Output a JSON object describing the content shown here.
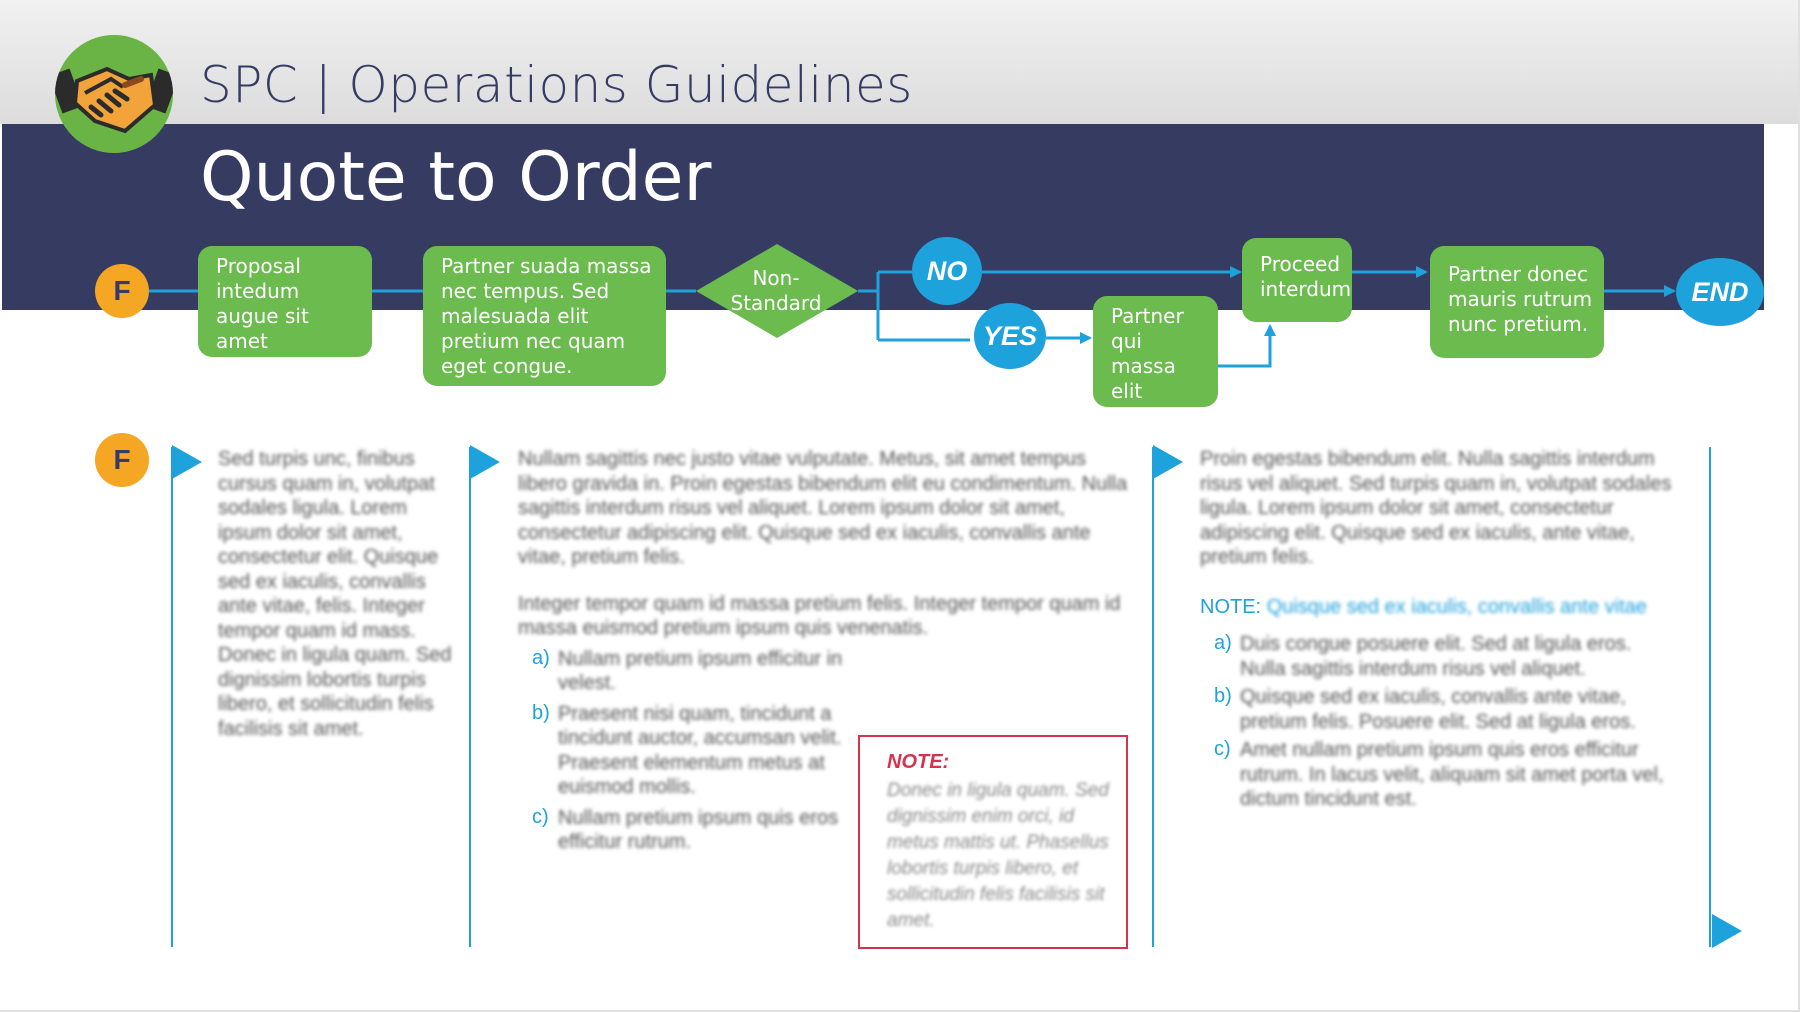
{
  "header": {
    "title": "SPC | Operations Guidelines",
    "page_title": "Quote to Order"
  },
  "colors": {
    "navy": "#363b62",
    "green": "#6cbb4f",
    "blue": "#1ea2dc",
    "orange": "#f5a623",
    "note_red": "#d6324e"
  },
  "logo": {
    "icon": "handshake-icon"
  },
  "flow": {
    "start_badge": "F",
    "steps": [
      "Proposal intedum augue sit amet elementum.",
      "Partner suada massa nec tempus. Sed malesuada elit pretium nec quam eget congue."
    ],
    "decision": "Non-Standard",
    "no_label": "NO",
    "yes_label": "YES",
    "yes_step": "Partner qui massa elit semper.",
    "proceed_step": "Proceed interdum",
    "final_step": "Partner donec mauris rutrum nunc pretium.",
    "end_label": "END"
  },
  "details": {
    "badge": "F",
    "col1": {
      "text": "Sed turpis unc, finibus cursus quam in, volutpat sodales ligula. Lorem ipsum dolor sit amet, consectetur elit. Quisque sed ex iaculis, convallis ante vitae, felis. Integer tempor quam id mass. Donec in ligula quam. Sed dignissim lobortis turpis libero, et sollicitudin felis facilisis sit amet."
    },
    "col2": {
      "para1": "Nullam sagittis nec justo vitae vulputate. Metus, sit amet tempus libero gravida in. Proin egestas bibendum elit eu condimentum. Nulla sagittis interdum risus vel aliquet. Lorem ipsum dolor sit amet, consectetur adipiscing elit. Quisque sed ex iaculis, convallis ante vitae, pretium felis.",
      "para2": "Integer tempor quam id massa pretium felis. Integer tempor quam id massa euismod pretium ipsum quis venenatis.",
      "items": [
        {
          "marker": "a)",
          "text": "Nullam pretium ipsum efficitur in velest."
        },
        {
          "marker": "b)",
          "text": "Praesent nisi quam, tincidunt a tincidunt auctor, accumsan velit. Praesent elementum metus at euismod mollis."
        },
        {
          "marker": "c)",
          "text": "Nullam pretium ipsum quis eros efficitur rutrum."
        }
      ],
      "note": {
        "label": "NOTE:",
        "text": "Donec in ligula quam. Sed dignissim enim orci, id metus mattis ut. Phasellus lobortis turpis libero, et sollicitudin felis facilisis sit amet."
      }
    },
    "col3": {
      "para1": "Proin egestas bibendum elit. Nulla sagittis interdum risus vel aliquet. Sed turpis quam in, volutpat sodales ligula. Lorem ipsum dolor sit amet, consectetur adipiscing elit. Quisque sed ex iaculis, ante vitae, pretium felis.",
      "note_label": "NOTE:",
      "note_text": "Quisque sed ex iaculis, convallis ante vitae",
      "items": [
        {
          "marker": "a)",
          "text": "Duis congue posuere elit. Sed at ligula eros. Nulla sagittis interdum risus vel aliquet."
        },
        {
          "marker": "b)",
          "text": "Quisque sed ex iaculis, convallis ante vitae, pretium felis. Posuere elit. Sed at ligula eros."
        },
        {
          "marker": "c)",
          "text": "Amet nullam pretium ipsum quis eros efficitur rutrum. In lacus velit, aliquam sit amet porta vel, dictum tincidunt est."
        }
      ]
    }
  }
}
